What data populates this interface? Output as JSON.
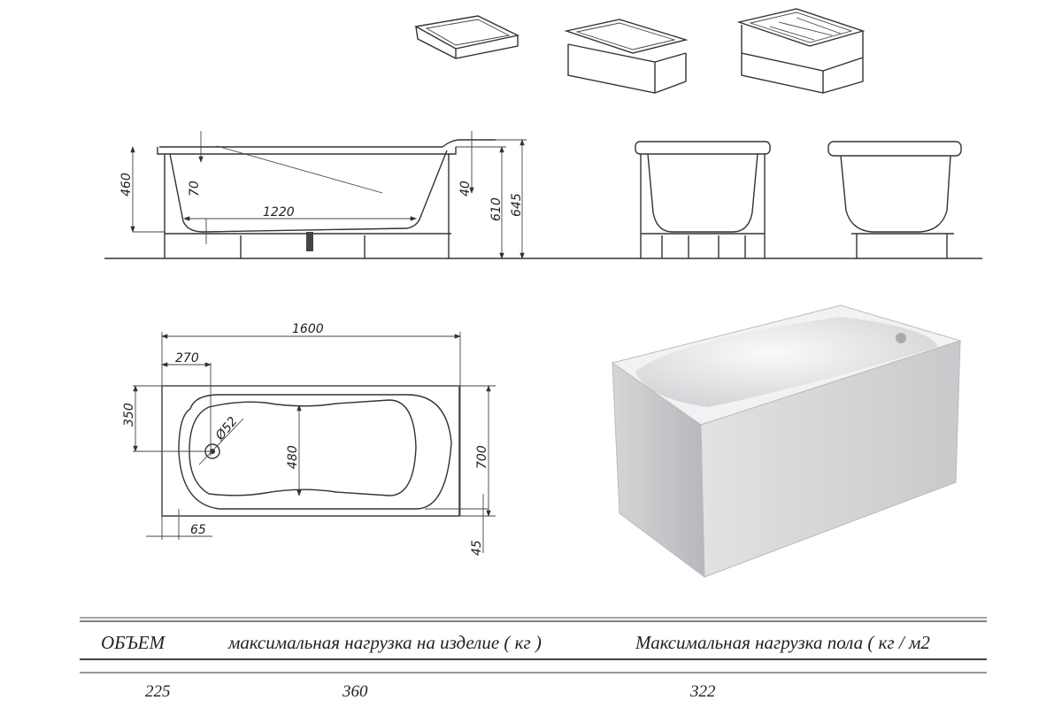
{
  "drawing": {
    "side_view_dims": {
      "depth": "460",
      "headrest_drop": "70",
      "bottom_length": "1220",
      "rim_drop": "40",
      "frame_height": "610",
      "total_height": "645"
    },
    "top_view_dims": {
      "length": "1600",
      "drain_offset_x": "270",
      "drain_offset_y": "350",
      "drain_diameter": "Ø52",
      "inner_width": "480",
      "width": "700",
      "rim_margin": "65",
      "edge_margin": "45"
    }
  },
  "specs_table": {
    "headers": [
      "ОБЪЕМ",
      "максимальная нагрузка на изделие ( кг )",
      "Максимальная нагрузка пола ( кг / м2"
    ],
    "values": [
      "225",
      "360",
      "322"
    ]
  },
  "colors": {
    "line": "#333333",
    "render_panel": "#d4d4d6",
    "render_tub": "#eeeef0"
  }
}
